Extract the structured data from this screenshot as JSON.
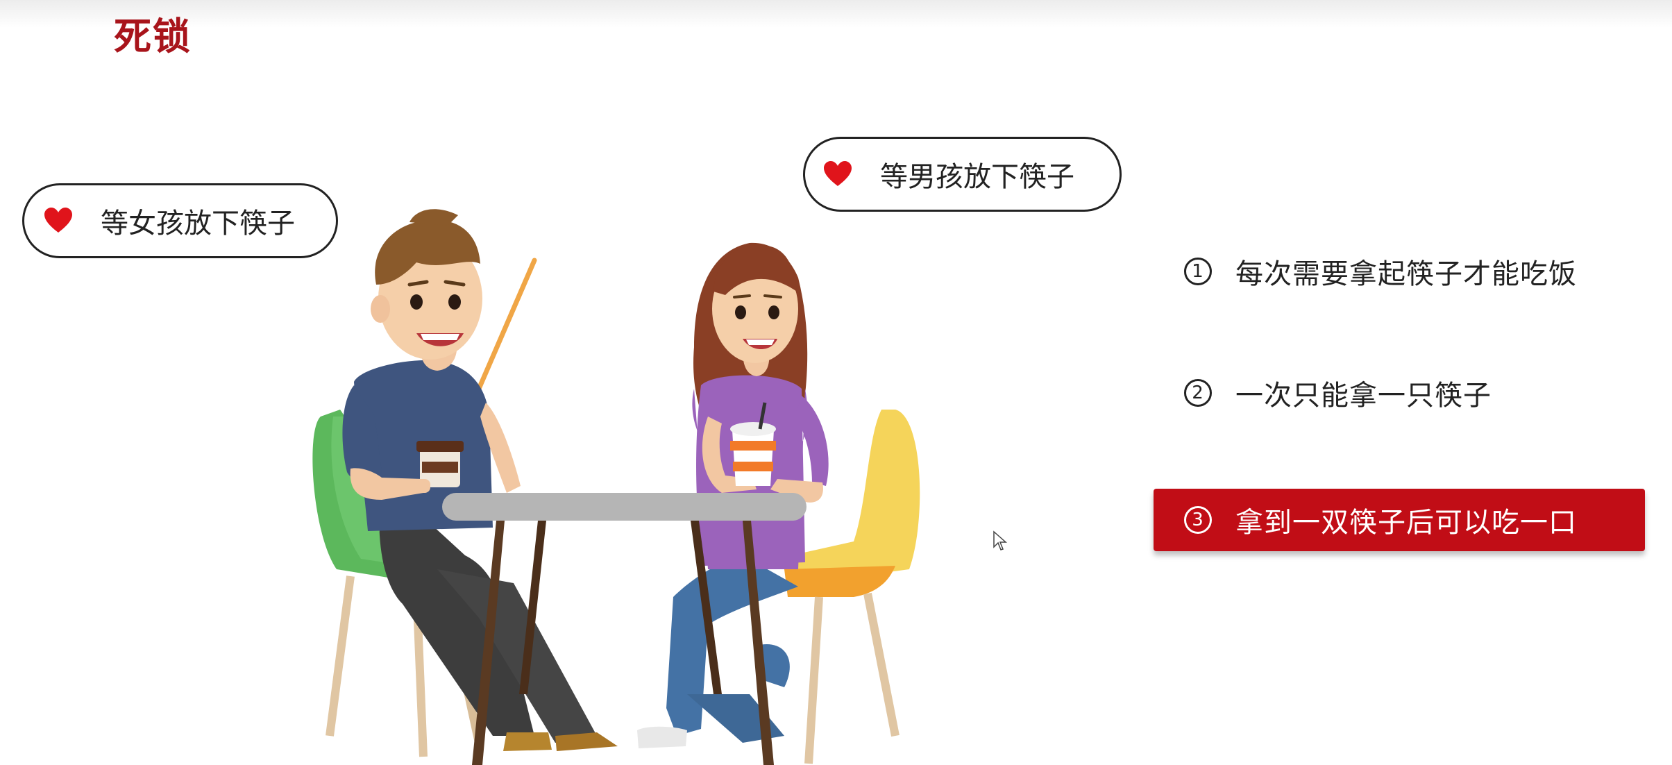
{
  "slide": {
    "title": "死锁"
  },
  "bubbles": {
    "left": {
      "icon": "heart-icon",
      "text": "等女孩放下筷子"
    },
    "right": {
      "icon": "heart-icon",
      "text": "等男孩放下筷子"
    }
  },
  "rules": [
    {
      "num": "1",
      "text": "每次需要拿起筷子才能吃饭",
      "highlighted": false
    },
    {
      "num": "2",
      "text": "一次只能拿一只筷子",
      "highlighted": false
    },
    {
      "num": "3",
      "text": "拿到一双筷子后可以吃一口",
      "highlighted": true
    }
  ],
  "colors": {
    "accent": "#c10d16",
    "title": "#a8141b",
    "heart": "#e0141b"
  },
  "illustration": {
    "description_icon": "boy-and-girl-at-table-illustration"
  }
}
